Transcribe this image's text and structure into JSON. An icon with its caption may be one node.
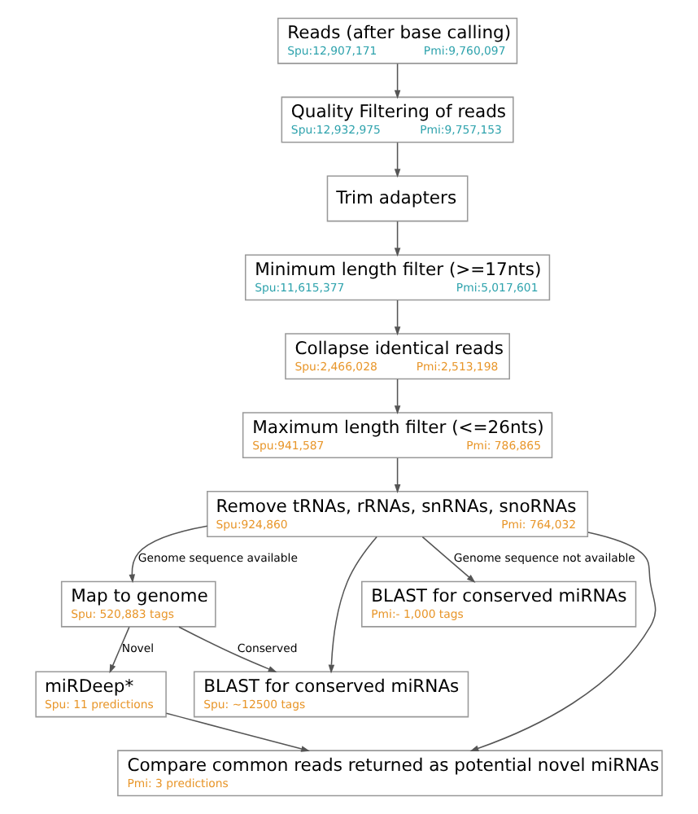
{
  "diagram": {
    "nodes": [
      {
        "text": [
          "Reads (after base calling)",
          "Spu:12,907,171",
          "Pmi:9,760,097"
        ]
      },
      {
        "text": [
          "Quality Filtering of reads",
          "Spu:12,932,975",
          "Pmi:9,757,153"
        ]
      },
      {
        "text": [
          "Trim adapters"
        ]
      },
      {
        "text": [
          "Minimum length filter (>=17nts)",
          "Spu:11,615,377",
          "Pmi:5,017,601"
        ]
      },
      {
        "text": [
          "Collapse identical reads",
          "Spu:2,466,028",
          "Pmi:2,513,198"
        ]
      },
      {
        "text": [
          "Maximum length filter (<=26nts)",
          "Spu:941,587",
          "Pmi: 786,865"
        ]
      },
      {
        "text": [
          "Remove tRNAs, rRNAs, snRNAs, snoRNAs",
          "Spu:924,860",
          "Pmi: 764,032"
        ]
      },
      {
        "text": [
          "Map to genome",
          "Spu: 520,883 tags"
        ]
      },
      {
        "text": [
          "miRDeep*",
          "Spu: 11 predictions"
        ]
      },
      {
        "text": [
          "BLAST for conserved miRNAs",
          "Spu: ~12500 tags"
        ]
      },
      {
        "text": [
          "BLAST for conserved miRNAs",
          "Pmi:- 1,000 tags"
        ]
      },
      {
        "text": [
          "Compare common reads returned as potential novel miRNAs",
          "Pmi: 3 predictions"
        ]
      }
    ],
    "edges": [
      {
        "from": 0,
        "to": 1,
        "arrow": "to"
      },
      {
        "from": 1,
        "to": 2,
        "arrow": "to"
      },
      {
        "from": 2,
        "to": 3,
        "arrow": "to"
      },
      {
        "from": 3,
        "to": 4,
        "arrow": "to"
      },
      {
        "from": 4,
        "to": 5,
        "arrow": "to"
      },
      {
        "from": 5,
        "to": 6,
        "arrow": "to"
      },
      {
        "from": 6,
        "to": 7,
        "arrow": "to",
        "label": "Genome sequence available"
      },
      {
        "from": 6,
        "to": 9,
        "arrow": "to"
      },
      {
        "from": 6,
        "to": 10,
        "arrow": "to",
        "label": "Genome sequence not available"
      },
      {
        "from": 6,
        "to": 11,
        "arrow": "to"
      },
      {
        "from": 7,
        "to": 8,
        "arrow": "to",
        "label": "Novel"
      },
      {
        "from": 7,
        "to": 9,
        "arrow": "to",
        "label": "Conserved"
      },
      {
        "from": 8,
        "to": 11,
        "arrow": "to"
      }
    ]
  }
}
